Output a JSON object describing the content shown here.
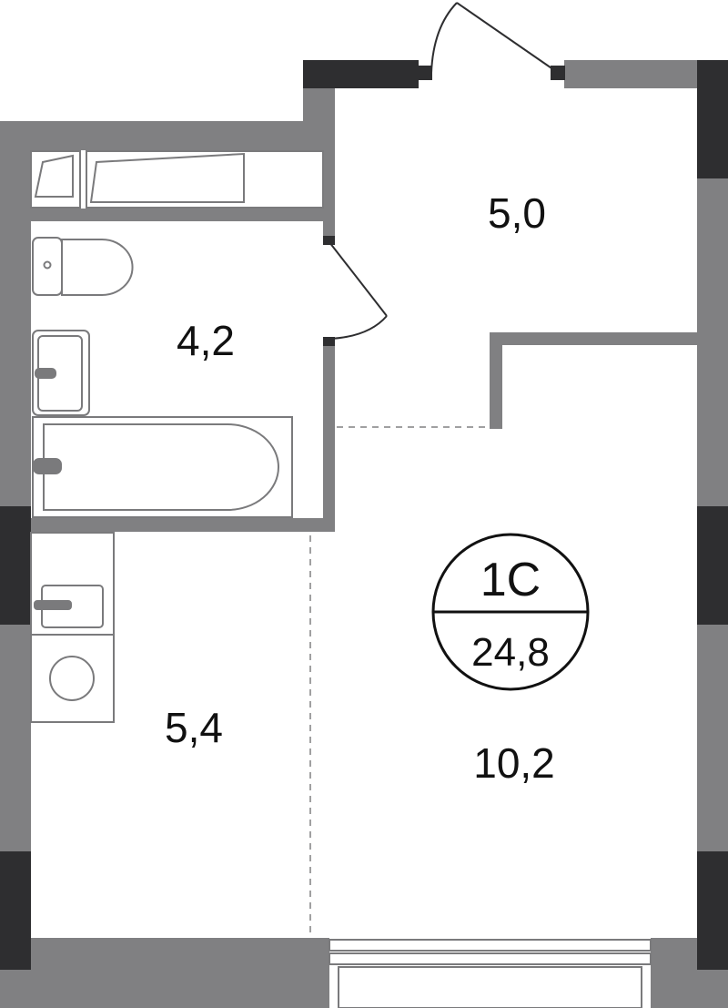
{
  "plan": {
    "apartment_type": "1С",
    "total_area": "24,8",
    "rooms": {
      "hallway": "5,0",
      "bathroom": "4,2",
      "kitchen": "5,4",
      "living": "10,2"
    }
  },
  "colors": {
    "wall": "#808082",
    "wall_dark": "#2e2e30",
    "fixture_stroke": "#7a7a7c",
    "text": "#111111",
    "background": "#ffffff"
  }
}
